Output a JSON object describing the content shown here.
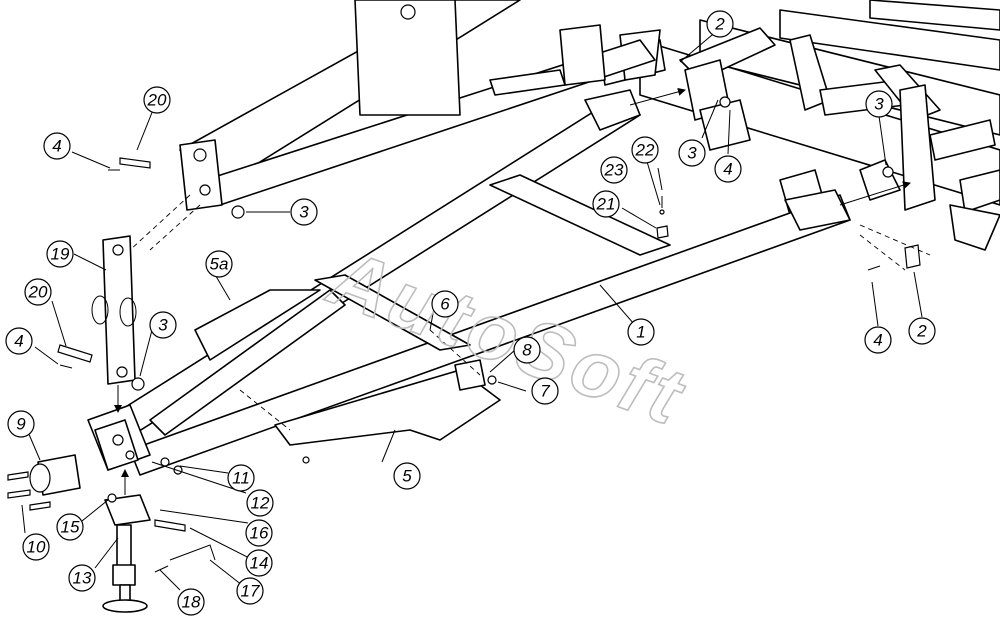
{
  "diagram": {
    "watermark": "AutoSoft",
    "callouts": [
      "1",
      "2",
      "3",
      "4",
      "5",
      "5a",
      "6",
      "7",
      "8",
      "9",
      "10",
      "11",
      "12",
      "13",
      "14",
      "15",
      "16",
      "17",
      "18",
      "19",
      "20",
      "21",
      "22",
      "23"
    ]
  }
}
